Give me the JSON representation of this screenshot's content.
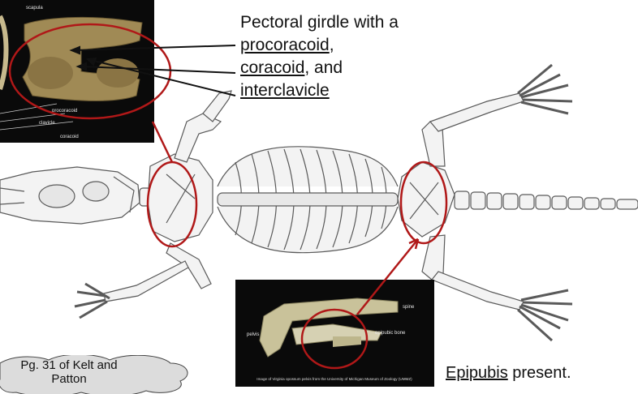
{
  "caption": {
    "line1": "Pectoral girdle with a",
    "line2_term": "procoracoid",
    "line2_rest": ",",
    "line3_term": "coracoid",
    "line3_rest": ", and",
    "line4_term": "interclavicle"
  },
  "epipubis": {
    "term": "Epipubis",
    "rest": " present."
  },
  "reference": {
    "line1": "Pg. 31 of Kelt and",
    "line2": "Patton"
  },
  "top_photo": {
    "labels": {
      "scapula": "scapula",
      "procoracoid": "procoracoid",
      "clavicle": "clavicle",
      "coracoid": "coracoid"
    }
  },
  "bottom_photo": {
    "labels": {
      "spine": "spine",
      "epipubic_bone": "epipubic bone",
      "pelvis": "pelvis"
    },
    "caption": "Image of Virginia opossum pelvis from the University of Michigan Museum of Zoology (UMMZ)"
  },
  "colors": {
    "highlight": "#b01818",
    "bone_line": "#555555",
    "photo_bg": "#0a0a0a"
  }
}
